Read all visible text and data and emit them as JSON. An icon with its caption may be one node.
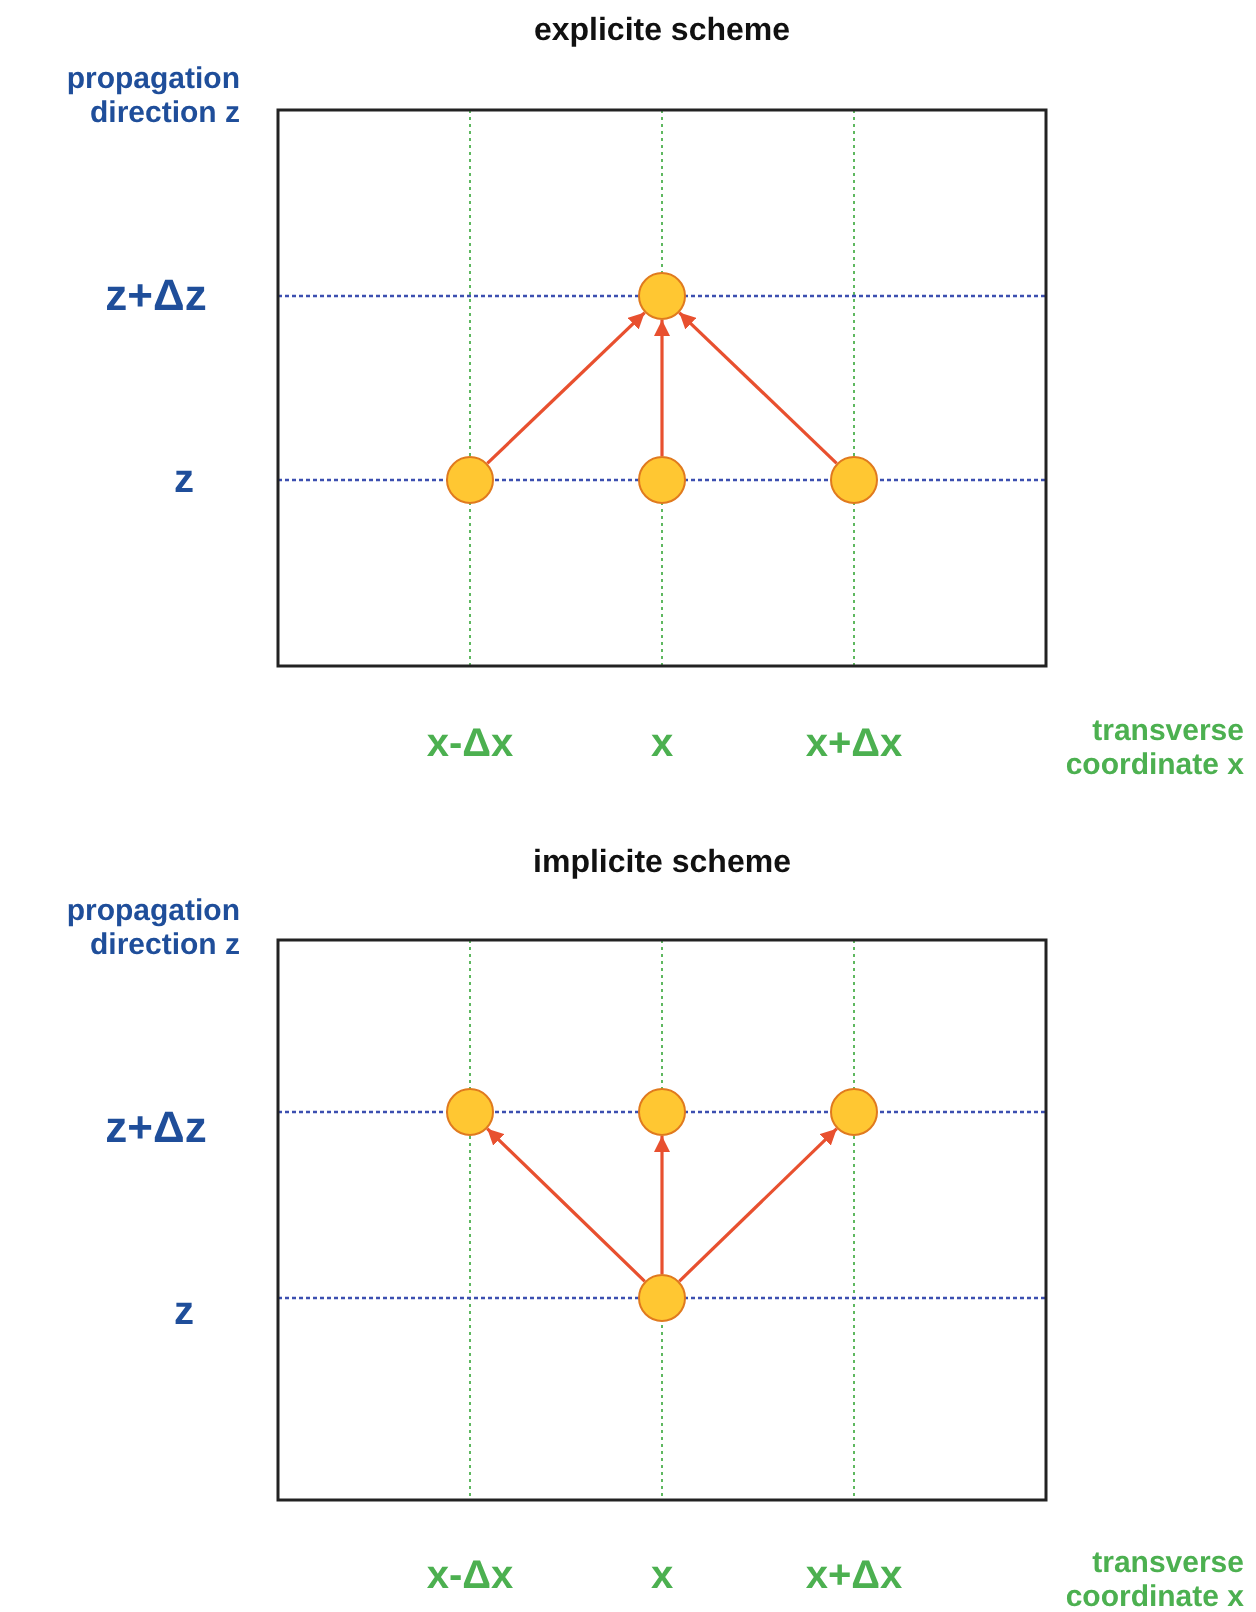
{
  "diagram": {
    "nodes": [
      {
        "text": [],
        "shape": "circle"
      },
      {
        "text": [],
        "shape": "circle"
      },
      {
        "text": [],
        "shape": "circle"
      },
      {
        "text": [],
        "shape": "circle"
      },
      {
        "text": [],
        "shape": "circle"
      },
      {
        "text": [],
        "shape": "circle"
      },
      {
        "text": [],
        "shape": "circle"
      },
      {
        "text": [],
        "shape": "circle"
      }
    ],
    "edges": [
      {
        "from": 1,
        "to": 0,
        "arrow": "to"
      },
      {
        "from": 2,
        "to": 0,
        "arrow": "to"
      },
      {
        "from": 3,
        "to": 0,
        "arrow": "to"
      },
      {
        "from": 7,
        "to": 4,
        "arrow": "to"
      },
      {
        "from": 7,
        "to": 5,
        "arrow": "to"
      },
      {
        "from": 7,
        "to": 6,
        "arrow": "to"
      }
    ],
    "labels": [
      "explicite scheme",
      "propagation direction z",
      "z+Δz",
      "z",
      "x-Δx",
      "x",
      "x+Δx",
      "transverse coordinate x",
      "implicite scheme",
      "propagation direction z",
      "z+Δz",
      "z",
      "x-Δx",
      "x",
      "x+Δx",
      "transverse coordinate x"
    ]
  }
}
